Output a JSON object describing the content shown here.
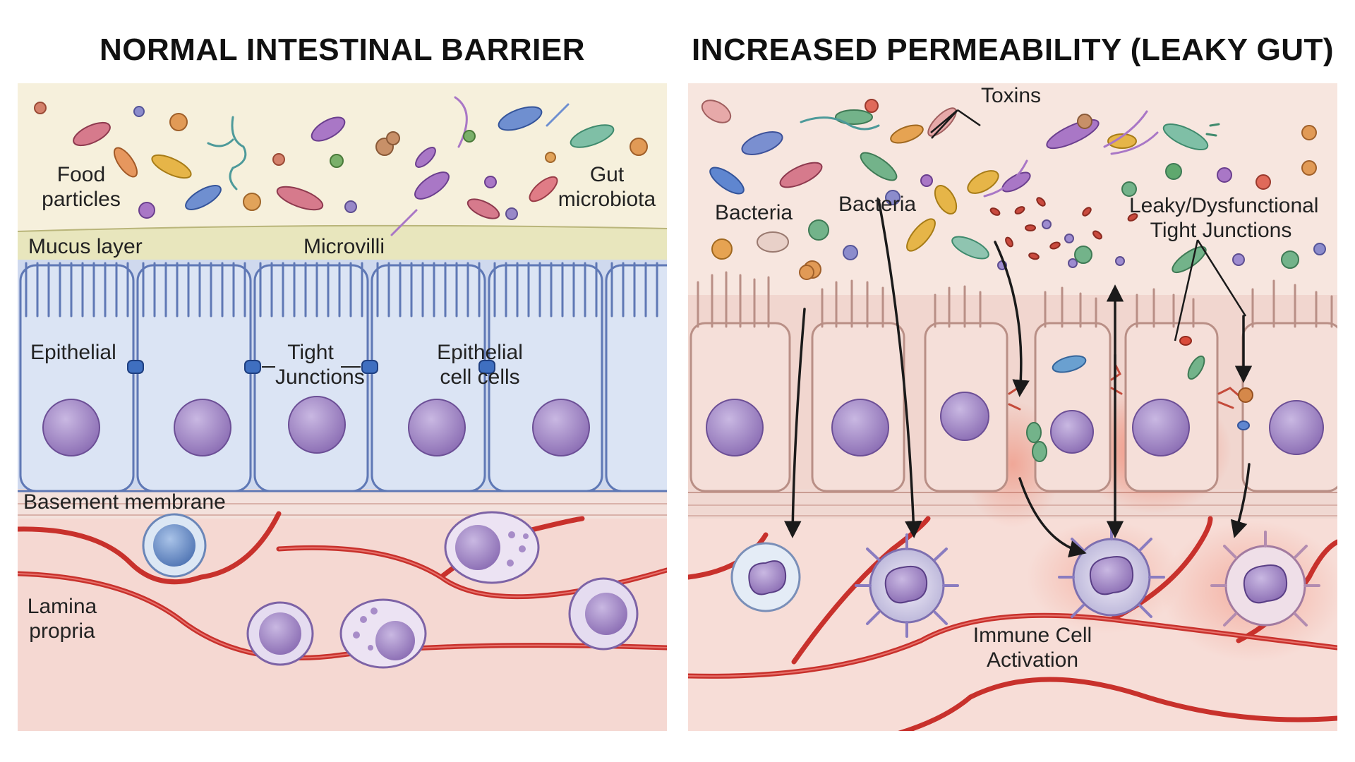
{
  "titles": {
    "normal": "NORMAL INTESTINAL BARRIER",
    "leaky": "INCREASED PERMEABILITY (LEAKY GUT)"
  },
  "normal": {
    "food_particles": [
      "Food",
      "particles"
    ],
    "gut_microbiota": [
      "Gut",
      "microbiota"
    ],
    "mucus_layer": "Mucus layer",
    "microvilli": "Microvilli",
    "epithelial": "Epithelial",
    "tight_junctions": [
      "Tight",
      "Junctions"
    ],
    "epithelial_cells": [
      "Epithelial",
      "cell cells"
    ],
    "basement_membrane": "Basement membrane",
    "lamina_propria": [
      "Lamina",
      "propria"
    ]
  },
  "leaky": {
    "bacteria_left": "Bacteria",
    "bacteria_mid": "Bacteria",
    "toxins": "Toxins",
    "leaky_junctions": [
      "Leaky/Dysfunctional",
      "Tight Junctions"
    ],
    "immune_activation": [
      "Immune Cell",
      "Activation"
    ]
  },
  "colors": {
    "lumen_normal": "#f6f0dc",
    "mucus": "#e9e7bf",
    "epithelium_normal": "#cfd9ee",
    "cell_outline_normal": "#5f78b5",
    "junction": "#3f6fc0",
    "lumen_leaky": "#f7e6df",
    "epithelium_leaky": "#f1d6cf",
    "cell_outline_leaky": "#b98f86",
    "lamina_bg": "#f5d8d2",
    "vessel": "#c8312c",
    "nucleus": "#9b7dbf",
    "inflammation": "#ee6e54"
  }
}
